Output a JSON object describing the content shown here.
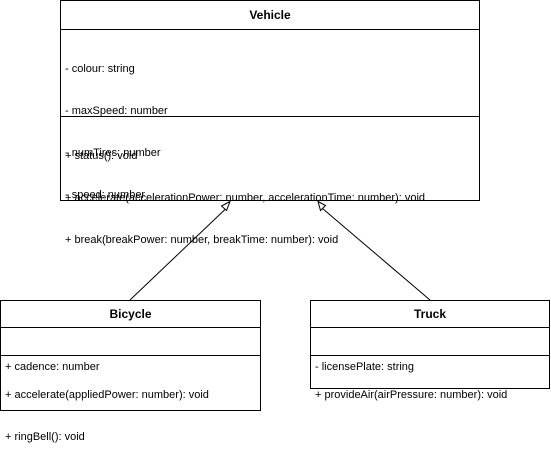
{
  "classes": {
    "vehicle": {
      "name": "Vehicle",
      "attributes": [
        "- colour: string",
        "- maxSpeed: number",
        "- numTires: number",
        "- speed: number"
      ],
      "methods": [
        "+ status(): void",
        "+ accelerate(accelerationPower: number, accelerationTime: number): void",
        "+ break(breakPower: number, breakTime: number): void"
      ]
    },
    "bicycle": {
      "name": "Bicycle",
      "attributes": [
        "+ cadence: number"
      ],
      "methods": [
        "+ accelerate(appliedPower: number): void",
        "+ ringBell(): void"
      ]
    },
    "truck": {
      "name": "Truck",
      "attributes": [
        "- licensePlate: string"
      ],
      "methods": [
        "+ provideAir(airPressure: number): void"
      ]
    }
  },
  "relations": [
    {
      "from": "Bicycle",
      "to": "Vehicle",
      "type": "inheritance"
    },
    {
      "from": "Truck",
      "to": "Vehicle",
      "type": "inheritance"
    }
  ],
  "colors": {
    "stroke": "#000000",
    "fill": "#ffffff"
  }
}
